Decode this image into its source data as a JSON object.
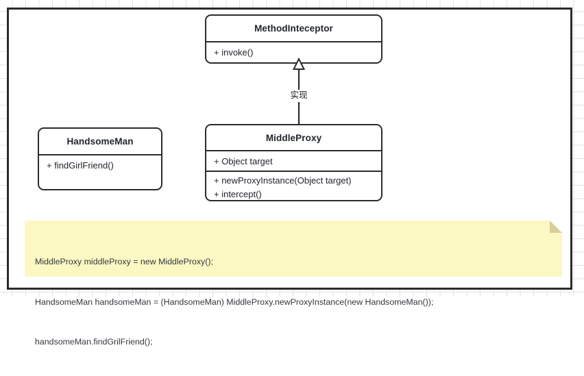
{
  "diagram": {
    "type": "uml-class-diagram",
    "background": "#ffffff",
    "grid_color": "#e2e2e4",
    "frame_color": "#2b2b2b",
    "classes": [
      {
        "id": "methodinteceptor",
        "name": "MethodInteceptor",
        "fields": [],
        "methods": [
          "+ invoke()"
        ]
      },
      {
        "id": "handsomeman",
        "name": "HandsomeMan",
        "fields": [],
        "methods": [
          "+ findGirlFriend()"
        ]
      },
      {
        "id": "middleproxy",
        "name": "MiddleProxy",
        "fields": [
          "+ Object target"
        ],
        "methods": [
          "+ newProxyInstance(Object target)",
          "+ intercept()"
        ]
      }
    ],
    "relationships": [
      {
        "id": "realization",
        "from": "MiddleProxy",
        "to": "MethodInteceptor",
        "label": "实现",
        "arrow": "hollow-triangle"
      }
    ],
    "note": {
      "fill": "#fbf8c3",
      "fold_fill": "#d9d49a",
      "lines": [
        "MiddleProxy middleProxy = new MiddleProxy();",
        "HandsomeMan handsomeMan = (HandsomeMan) MiddleProxy.newProxyInstance(new HandsomeMan());",
        "handsomeMan.findGrilFriend();"
      ]
    }
  }
}
